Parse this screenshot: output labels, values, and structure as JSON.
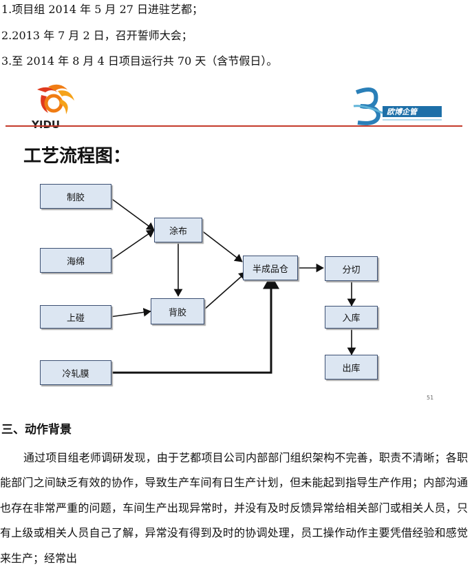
{
  "intro_lines": [
    "1.项目组 2014 年 5 月 27 日进驻艺都；",
    "2.2013 年 7 月 2 日，召开誓师大会；",
    "3.至 2014 年 8 月 4 日项目运行共 70 天（含节假日）。"
  ],
  "slide": {
    "logo_left_text": "YIDU",
    "logo_right_text": "欧博企管",
    "title": "工艺流程图：",
    "page_number": "51",
    "nodes": {
      "n1": "制胶",
      "n2": "海绵",
      "n3": "上碰",
      "n4": "冷轧膜",
      "n5": "涂布",
      "n6": "背胶",
      "n7": "半成品仓",
      "n8": "分切",
      "n9": "入库",
      "n10": "出库"
    },
    "colors": {
      "box_fill": "#dce6f2",
      "box_border": "#3b4f72",
      "rule": "#c43a2a"
    }
  },
  "section": {
    "heading": "三、动作背景",
    "paragraph": "通过项目组老师调研发现，由于艺都项目公司内部部门组织架构不完善，职责不清晰；各职能部门之间缺乏有效的协作，导致生产车间有日生产计划，但未能起到指导生产作用；内部沟通也存在非常严重的问题，车间生产出现异常时，并没有及时反馈异常给相关部门或相关人员，只有上级或相关人员自己了解，异常没有得到及时的协调处理，员工操作动作主要凭借经验和感觉来生产；经常出"
  }
}
